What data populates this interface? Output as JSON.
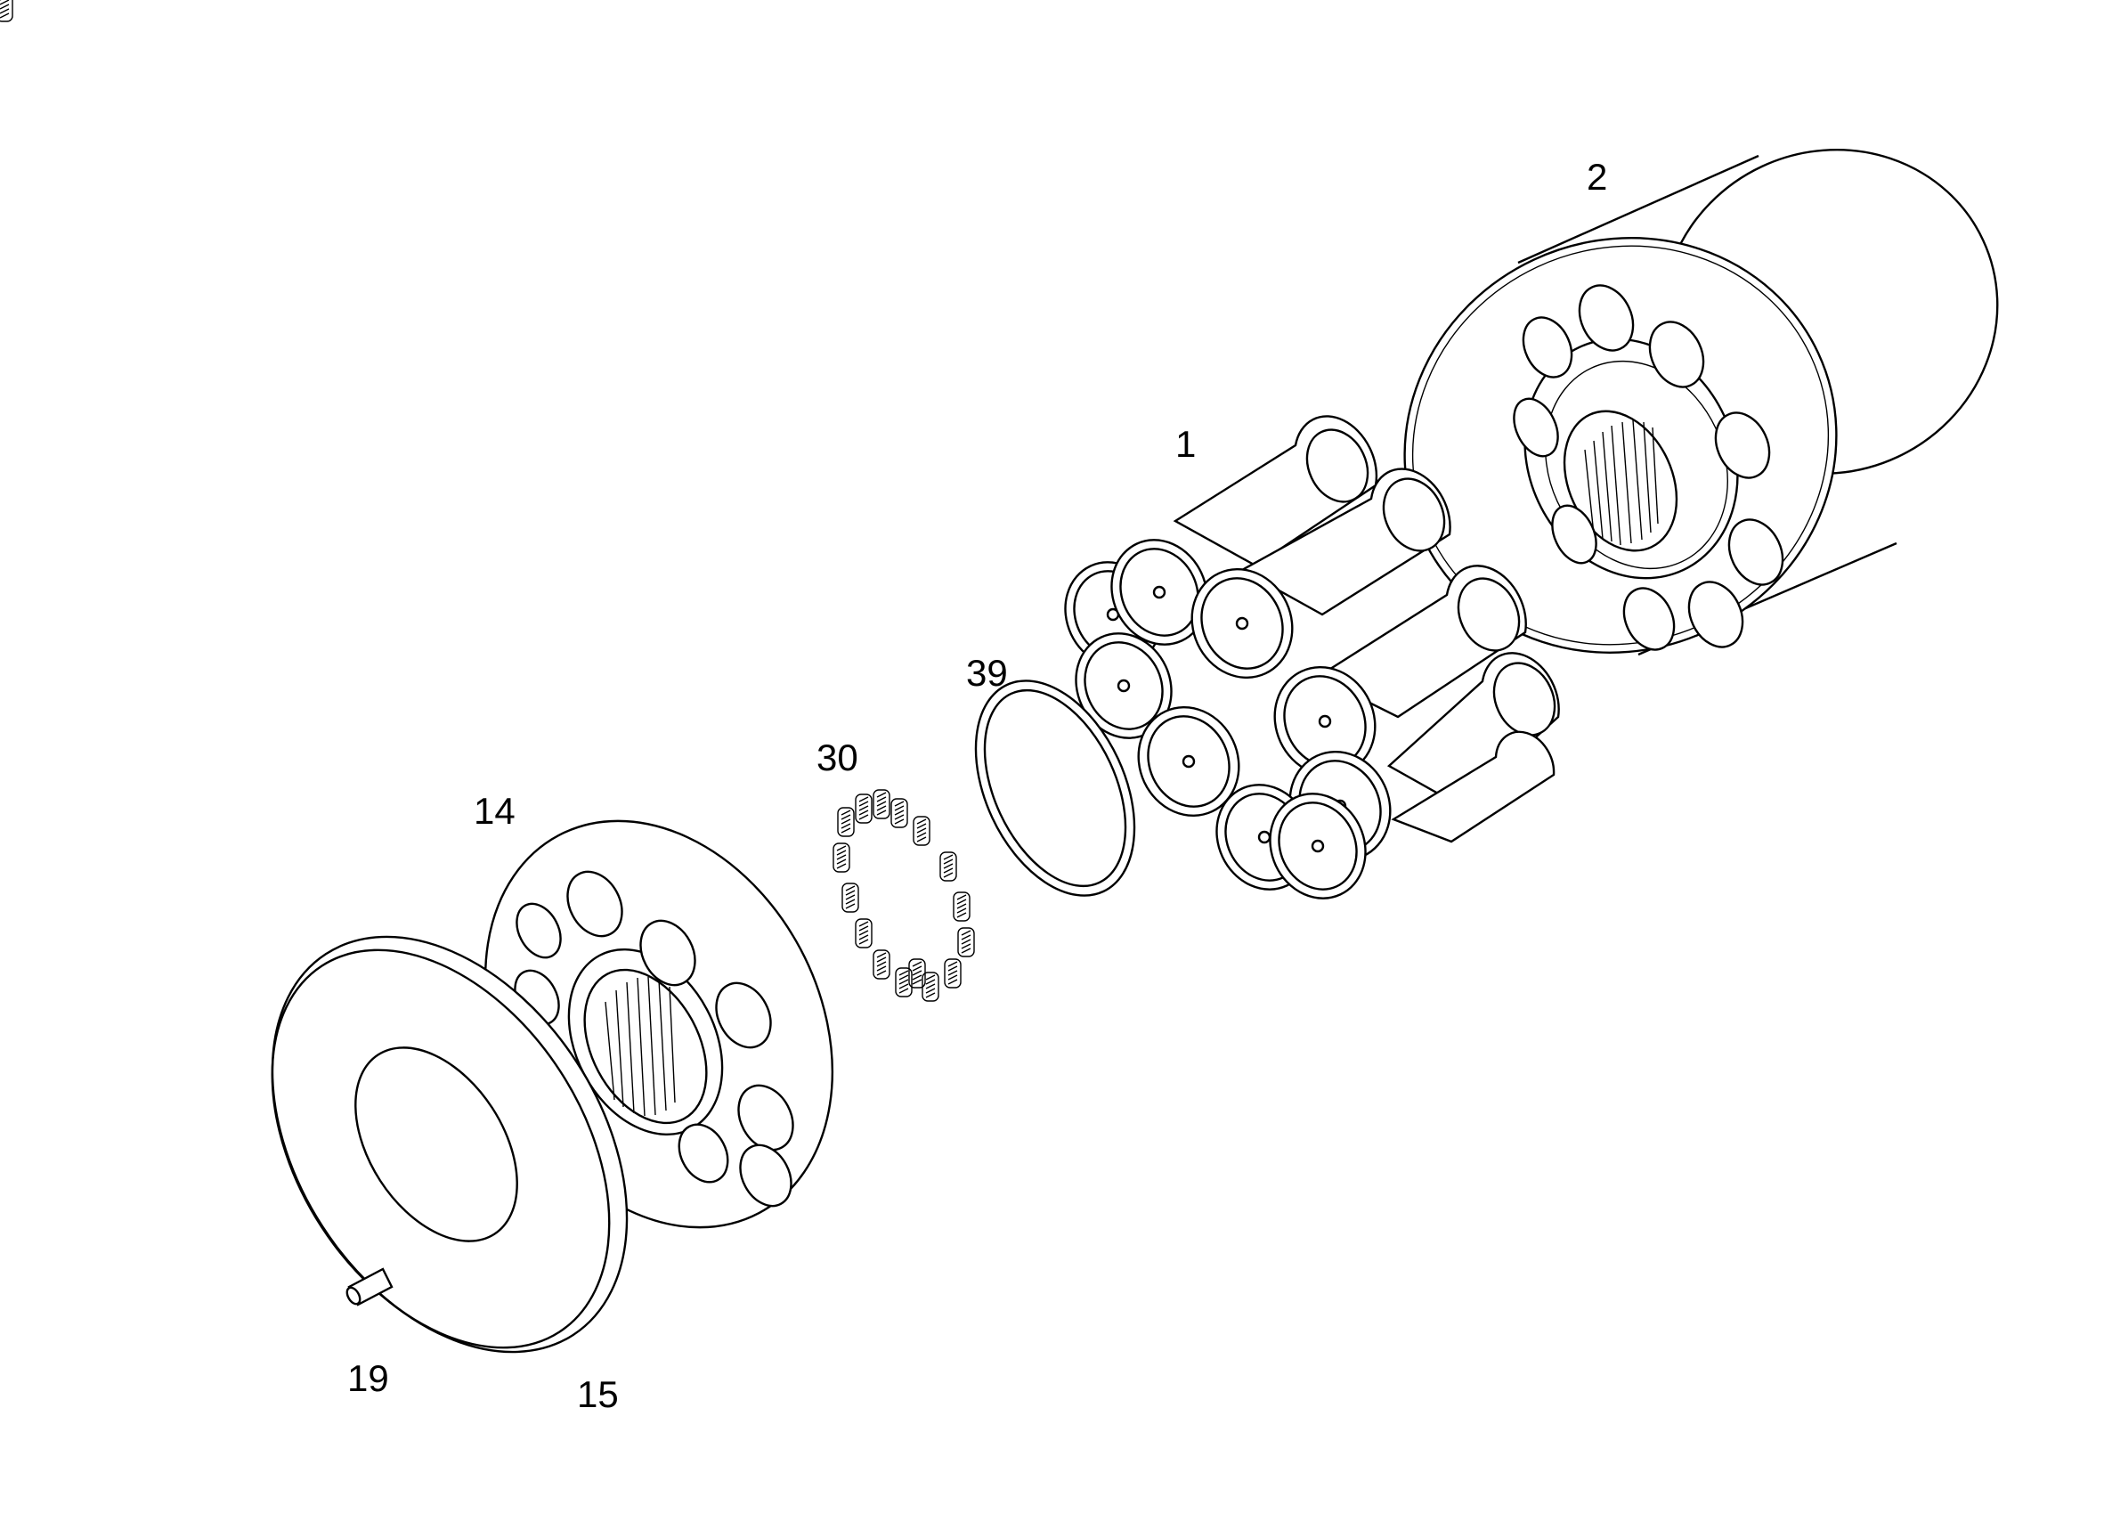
{
  "diagram": {
    "labels": {
      "piston_assembly": "1",
      "cylinder_block": "2",
      "retainer_plate": "14",
      "thrust_washer": "15",
      "pin": "19",
      "springs": "30",
      "shim_ring": "39"
    }
  }
}
